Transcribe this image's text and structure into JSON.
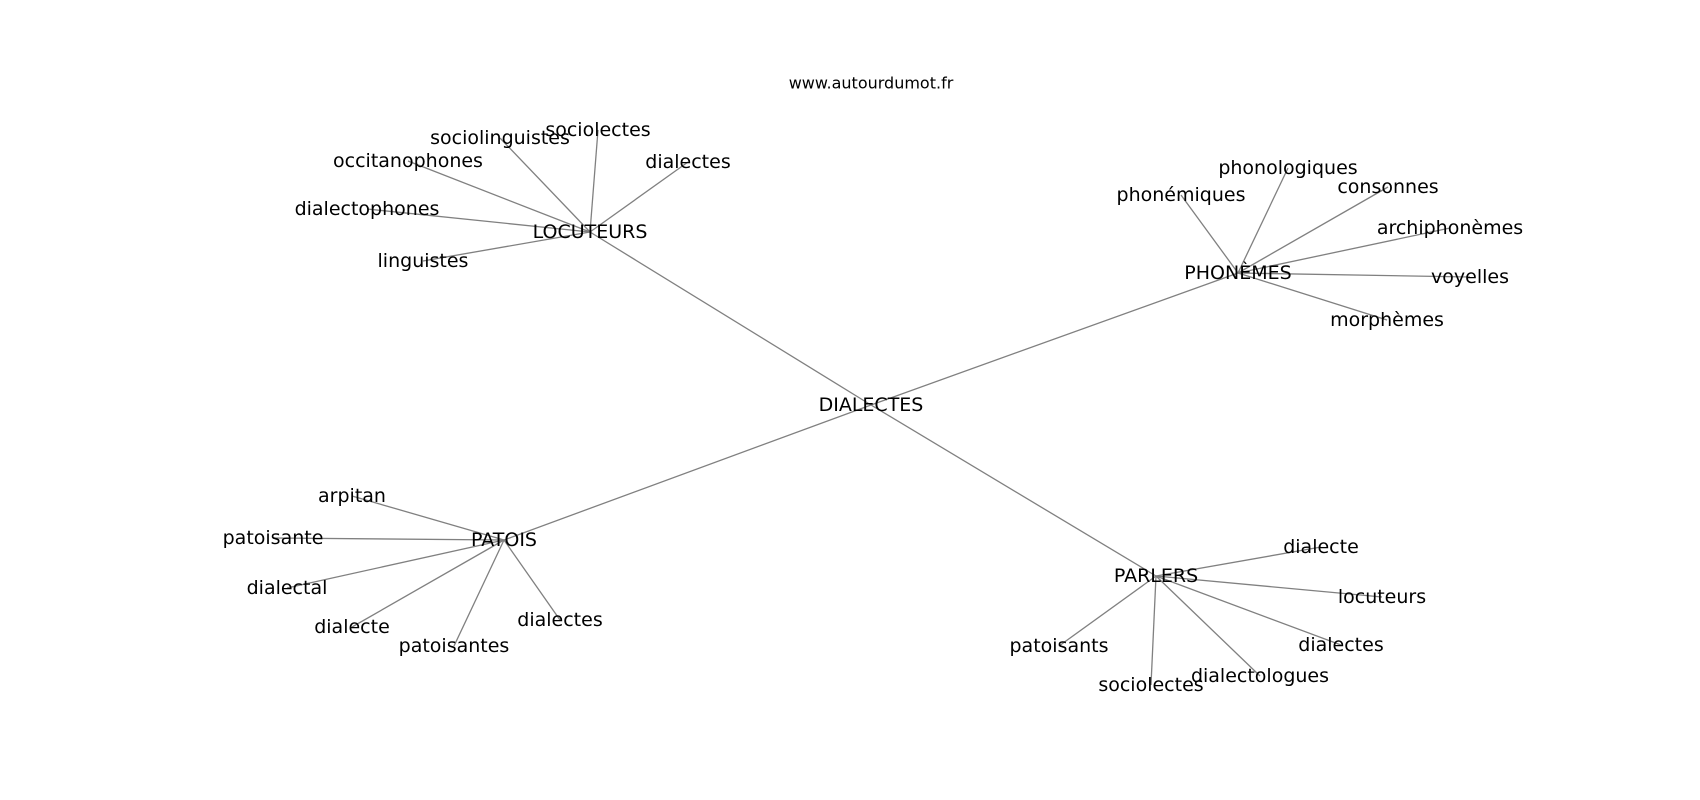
{
  "watermark": "www.autourdumot.fr",
  "graph": {
    "center": "DIALECTES",
    "branches": [
      {
        "hub": "LOCUTEURS",
        "leaves": [
          "sociolinguistes",
          "sociolectes",
          "dialectes",
          "occitanophones",
          "dialectophones",
          "linguistes"
        ]
      },
      {
        "hub": "PHONÈMES",
        "leaves": [
          "phonologiques",
          "phonémiques",
          "consonnes",
          "archiphonèmes",
          "voyelles",
          "morphèmes"
        ]
      },
      {
        "hub": "PATOIS",
        "leaves": [
          "arpitan",
          "patoisante",
          "dialectal",
          "dialecte",
          "patoisantes",
          "dialectes"
        ]
      },
      {
        "hub": "PARLERS",
        "leaves": [
          "dialecte",
          "locuteurs",
          "dialectes",
          "dialectologues",
          "sociolectes",
          "patoisants"
        ]
      }
    ]
  }
}
